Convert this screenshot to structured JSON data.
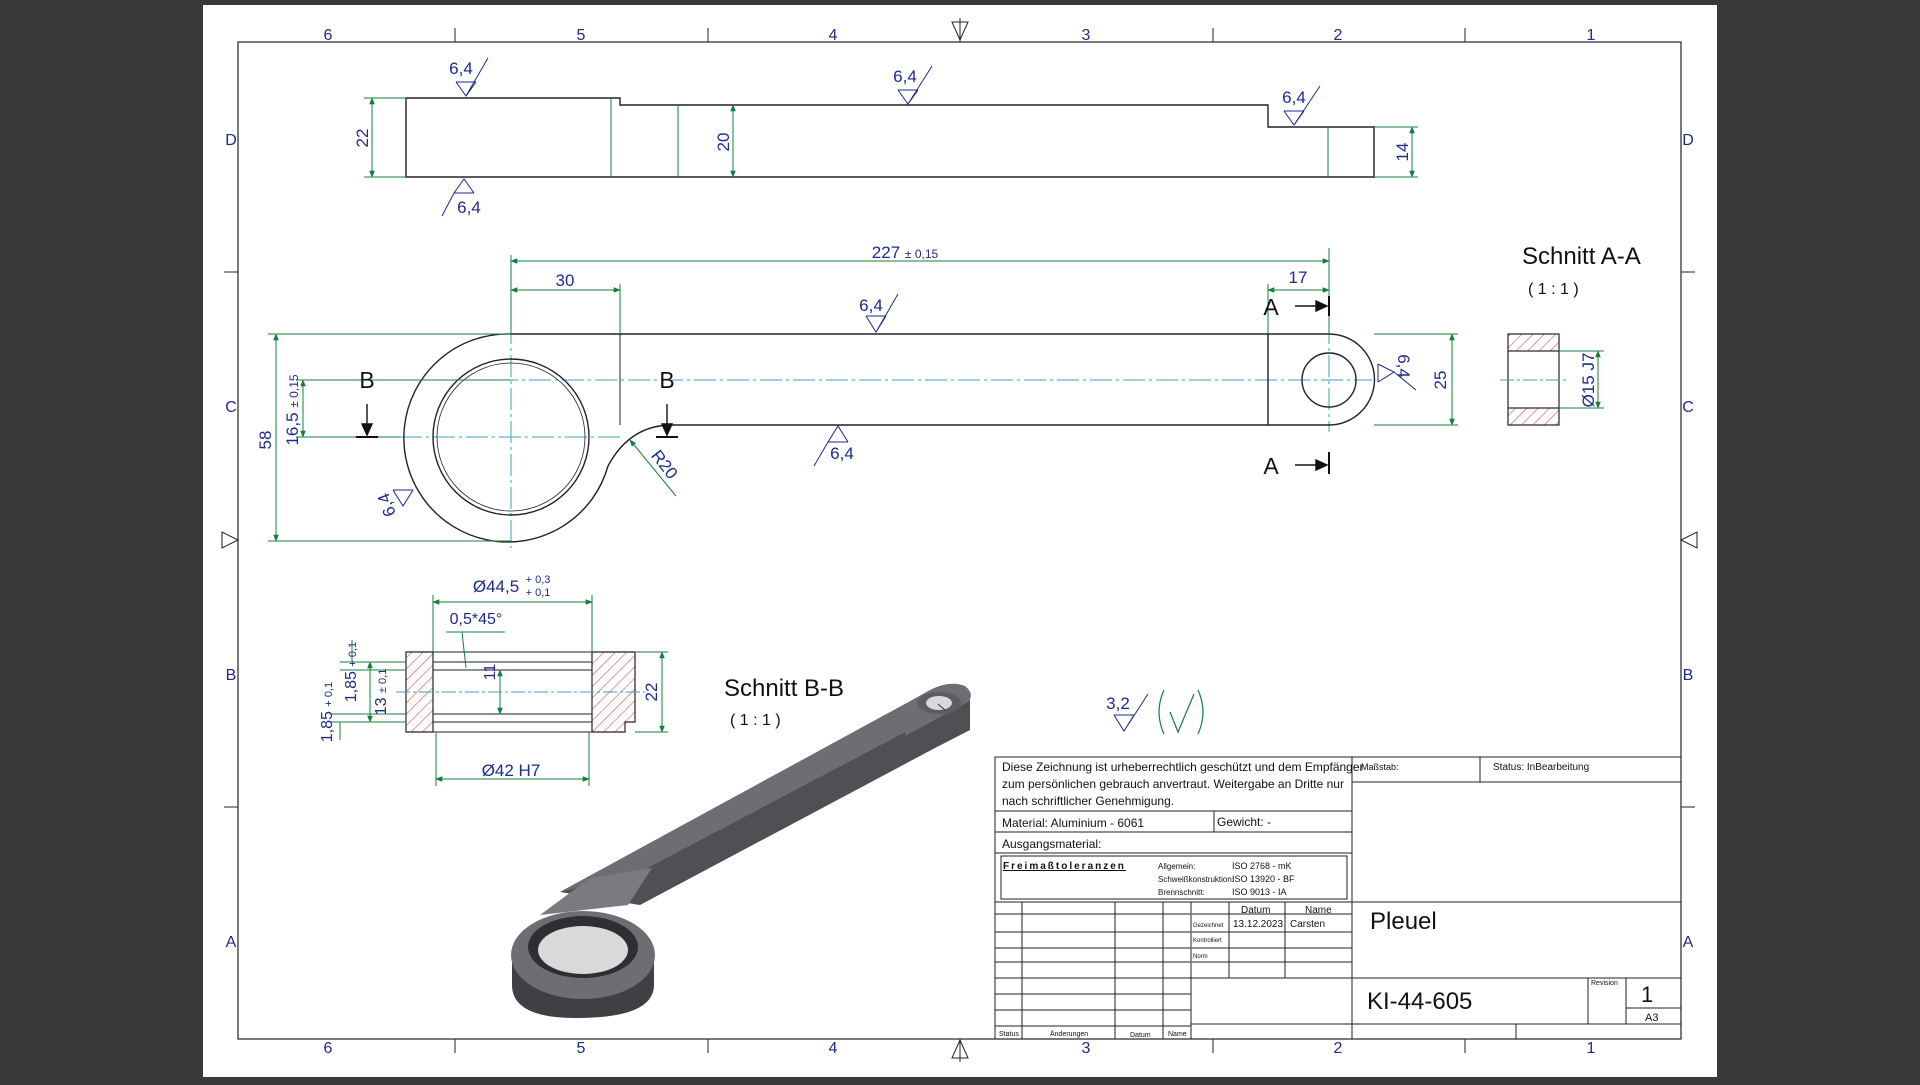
{
  "drawing": {
    "zone_columns": [
      "6",
      "5",
      "4",
      "3",
      "2",
      "1"
    ],
    "zone_rows": [
      "D",
      "C",
      "B",
      "A"
    ]
  },
  "views": {
    "top": {
      "dims": {
        "left_height": "22",
        "mid_height": "20",
        "right_height": "14"
      },
      "surface_marks": [
        "6,4",
        "6,4",
        "6,4",
        "6,4"
      ]
    },
    "front": {
      "dims": {
        "overall_length": "227",
        "overall_length_tol": "± 0,15",
        "eye_offset": "30",
        "small_eye_offset": "17",
        "overall_height": "58",
        "center_offset": "16,5",
        "center_offset_tol": "± 0,15",
        "rod_height": "25",
        "fillet": "R20"
      },
      "surface_marks": [
        "6,4",
        "6,4",
        "6,4",
        "6,4"
      ],
      "cut_labels": {
        "a_top": "A",
        "a_bottom": "A",
        "b_left": "B",
        "b_right": "B"
      }
    },
    "section_aa": {
      "title": "Schnitt A-A",
      "scale": "( 1 : 1 )",
      "bore": "Ø15 J7"
    },
    "section_bb": {
      "title": "Schnitt B-B",
      "scale": "( 1 : 1 )",
      "groove_dia": "Ø44,5",
      "groove_dia_tol_upper": "+ 0,3",
      "groove_dia_tol_lower": "+ 0,1",
      "chamfer": "0,5*45°",
      "groove_width": "1,85",
      "groove_width_tol": "+ 0,1",
      "groove_spacing": "13",
      "groove_spacing_tol": "± 0,1",
      "groove_width_lower": "1,85",
      "groove_width_lower_tol": "+ 0,1",
      "inner_height": "11",
      "height": "22",
      "bore": "Ø42 H7"
    },
    "general_surface": "3,2"
  },
  "title_block": {
    "copyright_line1": "Diese Zeichnung ist urheberrechtlich geschützt und dem Empfänger",
    "copyright_line2": "zum persönlichen gebrauch anvertraut. Weitergabe an Dritte nur",
    "copyright_line3": "nach schriftlicher Genehmigung.",
    "material": "Material: Aluminium - 6061",
    "weight": "Gewicht: -",
    "raw_material": "Ausgangsmaterial:",
    "tolerance_title": "Freimaßtoleranzen",
    "tol_general_label": "Allgemein:",
    "tol_general_value": "ISO 2768 - mK",
    "tol_weld_label": "Schweißkonstruktion:",
    "tol_weld_value": "ISO 13920 - BF",
    "tol_cut_label": "Brennschnitt:",
    "tol_cut_value": "ISO 9013 - IA",
    "scale_label": "Maßstab:",
    "status": "Status: InBearbeitung",
    "date_header": "Datum",
    "name_header": "Name",
    "drawn_label": "Gezeichnet",
    "drawn_date": "13.12.2023",
    "drawn_name": "Carsten",
    "checked_label": "Kontrolliert",
    "norm_label": "Norm",
    "rev_status": "Status",
    "rev_changes": "Änderungen",
    "rev_date": "Datum",
    "rev_name": "Name",
    "part_name": "Pleuel",
    "part_number": "KI-44-605",
    "revision_label": "Revision",
    "revision": "1",
    "format": "A3"
  },
  "colors": {
    "background": "#3a3a3a",
    "sheet": "#ffffff",
    "dimension": "#13803b",
    "text_blue": "#1d2a8c",
    "center_line": "#33a6c8",
    "hatch": "#d9534f",
    "model_dark": "#4f4f54",
    "model_light": "#6d6d73"
  }
}
